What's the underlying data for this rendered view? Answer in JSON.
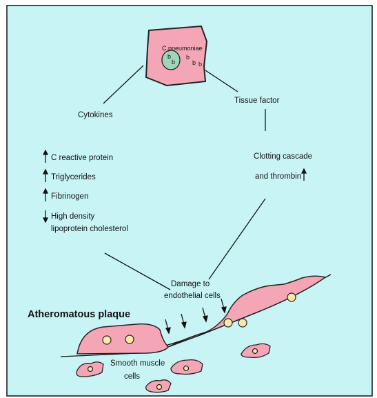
{
  "colors": {
    "background": "#c8f4f6",
    "border": "#111111",
    "pink": "#f4a6b6",
    "pink_edge": "#222222",
    "cell_nucleus": "#fde7a8",
    "inner_body": "#9fd6b9"
  },
  "labels": {
    "pathogen": "C.pneumoniae",
    "cytokines": "Cytokines",
    "tissue_factor": "Tissue factor",
    "crp": "C reactive protein",
    "triglycerides": "Triglycerides",
    "fibrinogen": "Fibrinogen",
    "hdl_line1": "High density",
    "hdl_line2": "lipoprotein cholesterol",
    "clotting_line1": "Clotting cascade",
    "clotting_line2": "and thrombin",
    "damage_line1": "Damage to",
    "damage_line2": "endothelial cells",
    "plaque": "Atheromatous plaque",
    "smc_line1": "Smooth muscle",
    "smc_line2": "cells"
  },
  "icons": {
    "up_arrow": "arrow-up-icon",
    "down_arrow": "arrow-down-icon",
    "damage_arrow": "arrow-down-icon"
  }
}
